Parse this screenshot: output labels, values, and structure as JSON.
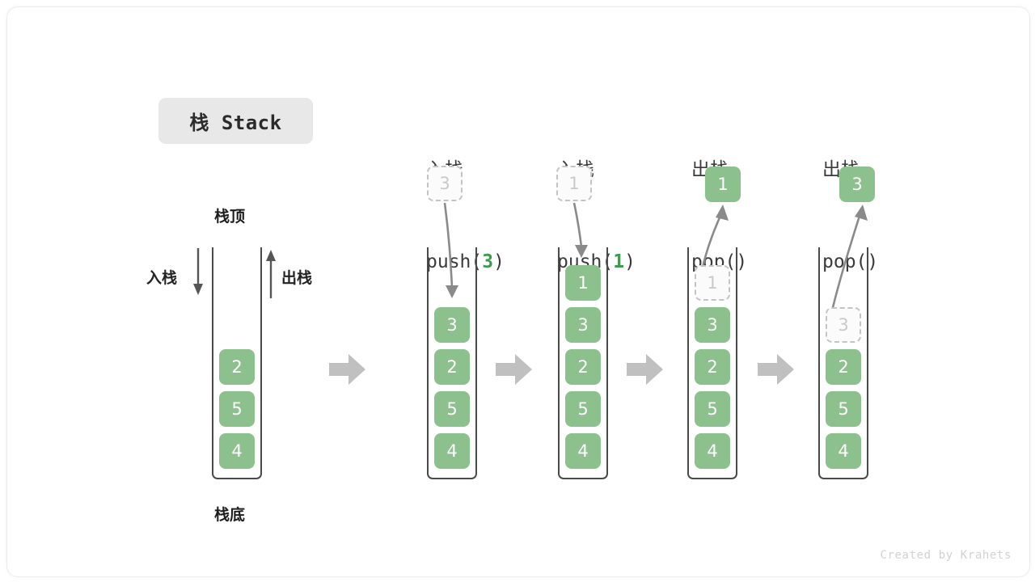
{
  "title": "栈 Stack",
  "labels": {
    "top": "栈顶",
    "bottom": "栈底",
    "push_side": "入栈",
    "pop_side": "出栈"
  },
  "watermark": "Created by Krahets",
  "colors": {
    "cell_fill": "#8cc08c",
    "cell_text": "#ffffff",
    "ghost_border": "#c4c4c4",
    "ghost_text": "#c9c9c9",
    "accent_number": "#3f9a4f",
    "chip_bg": "#e8e8e8",
    "arrow_gray": "#c0c0c0",
    "wall": "#4a4a4a"
  },
  "columns": [
    {
      "id": "initial",
      "caption_cn": "",
      "caption_code": "",
      "code_arg": "",
      "floating": null,
      "cells": [
        {
          "value": "2",
          "state": "solid"
        },
        {
          "value": "5",
          "state": "solid"
        },
        {
          "value": "4",
          "state": "solid"
        }
      ]
    },
    {
      "id": "push-3",
      "caption_cn": "入栈",
      "caption_code_prefix": "push(",
      "code_arg": "3",
      "caption_code_suffix": ")",
      "floating": {
        "value": "3",
        "state": "ghost"
      },
      "cells": [
        {
          "value": "3",
          "state": "solid"
        },
        {
          "value": "2",
          "state": "solid"
        },
        {
          "value": "5",
          "state": "solid"
        },
        {
          "value": "4",
          "state": "solid"
        }
      ]
    },
    {
      "id": "push-1",
      "caption_cn": "入栈",
      "caption_code_prefix": "push(",
      "code_arg": "1",
      "caption_code_suffix": ")",
      "floating": {
        "value": "1",
        "state": "ghost"
      },
      "cells": [
        {
          "value": "1",
          "state": "solid"
        },
        {
          "value": "3",
          "state": "solid"
        },
        {
          "value": "2",
          "state": "solid"
        },
        {
          "value": "5",
          "state": "solid"
        },
        {
          "value": "4",
          "state": "solid"
        }
      ]
    },
    {
      "id": "pop-1",
      "caption_cn": "出栈",
      "caption_code_prefix": "pop(",
      "code_arg": "",
      "caption_code_suffix": ")",
      "floating": {
        "value": "1",
        "state": "solid"
      },
      "cells": [
        {
          "value": "1",
          "state": "ghost"
        },
        {
          "value": "3",
          "state": "solid"
        },
        {
          "value": "2",
          "state": "solid"
        },
        {
          "value": "5",
          "state": "solid"
        },
        {
          "value": "4",
          "state": "solid"
        }
      ]
    },
    {
      "id": "pop-3",
      "caption_cn": "出栈",
      "caption_code_prefix": "pop(",
      "code_arg": "",
      "caption_code_suffix": ")",
      "floating": {
        "value": "3",
        "state": "solid"
      },
      "cells": [
        {
          "value": "3",
          "state": "ghost"
        },
        {
          "value": "2",
          "state": "solid"
        },
        {
          "value": "5",
          "state": "solid"
        },
        {
          "value": "4",
          "state": "solid"
        }
      ]
    }
  ]
}
